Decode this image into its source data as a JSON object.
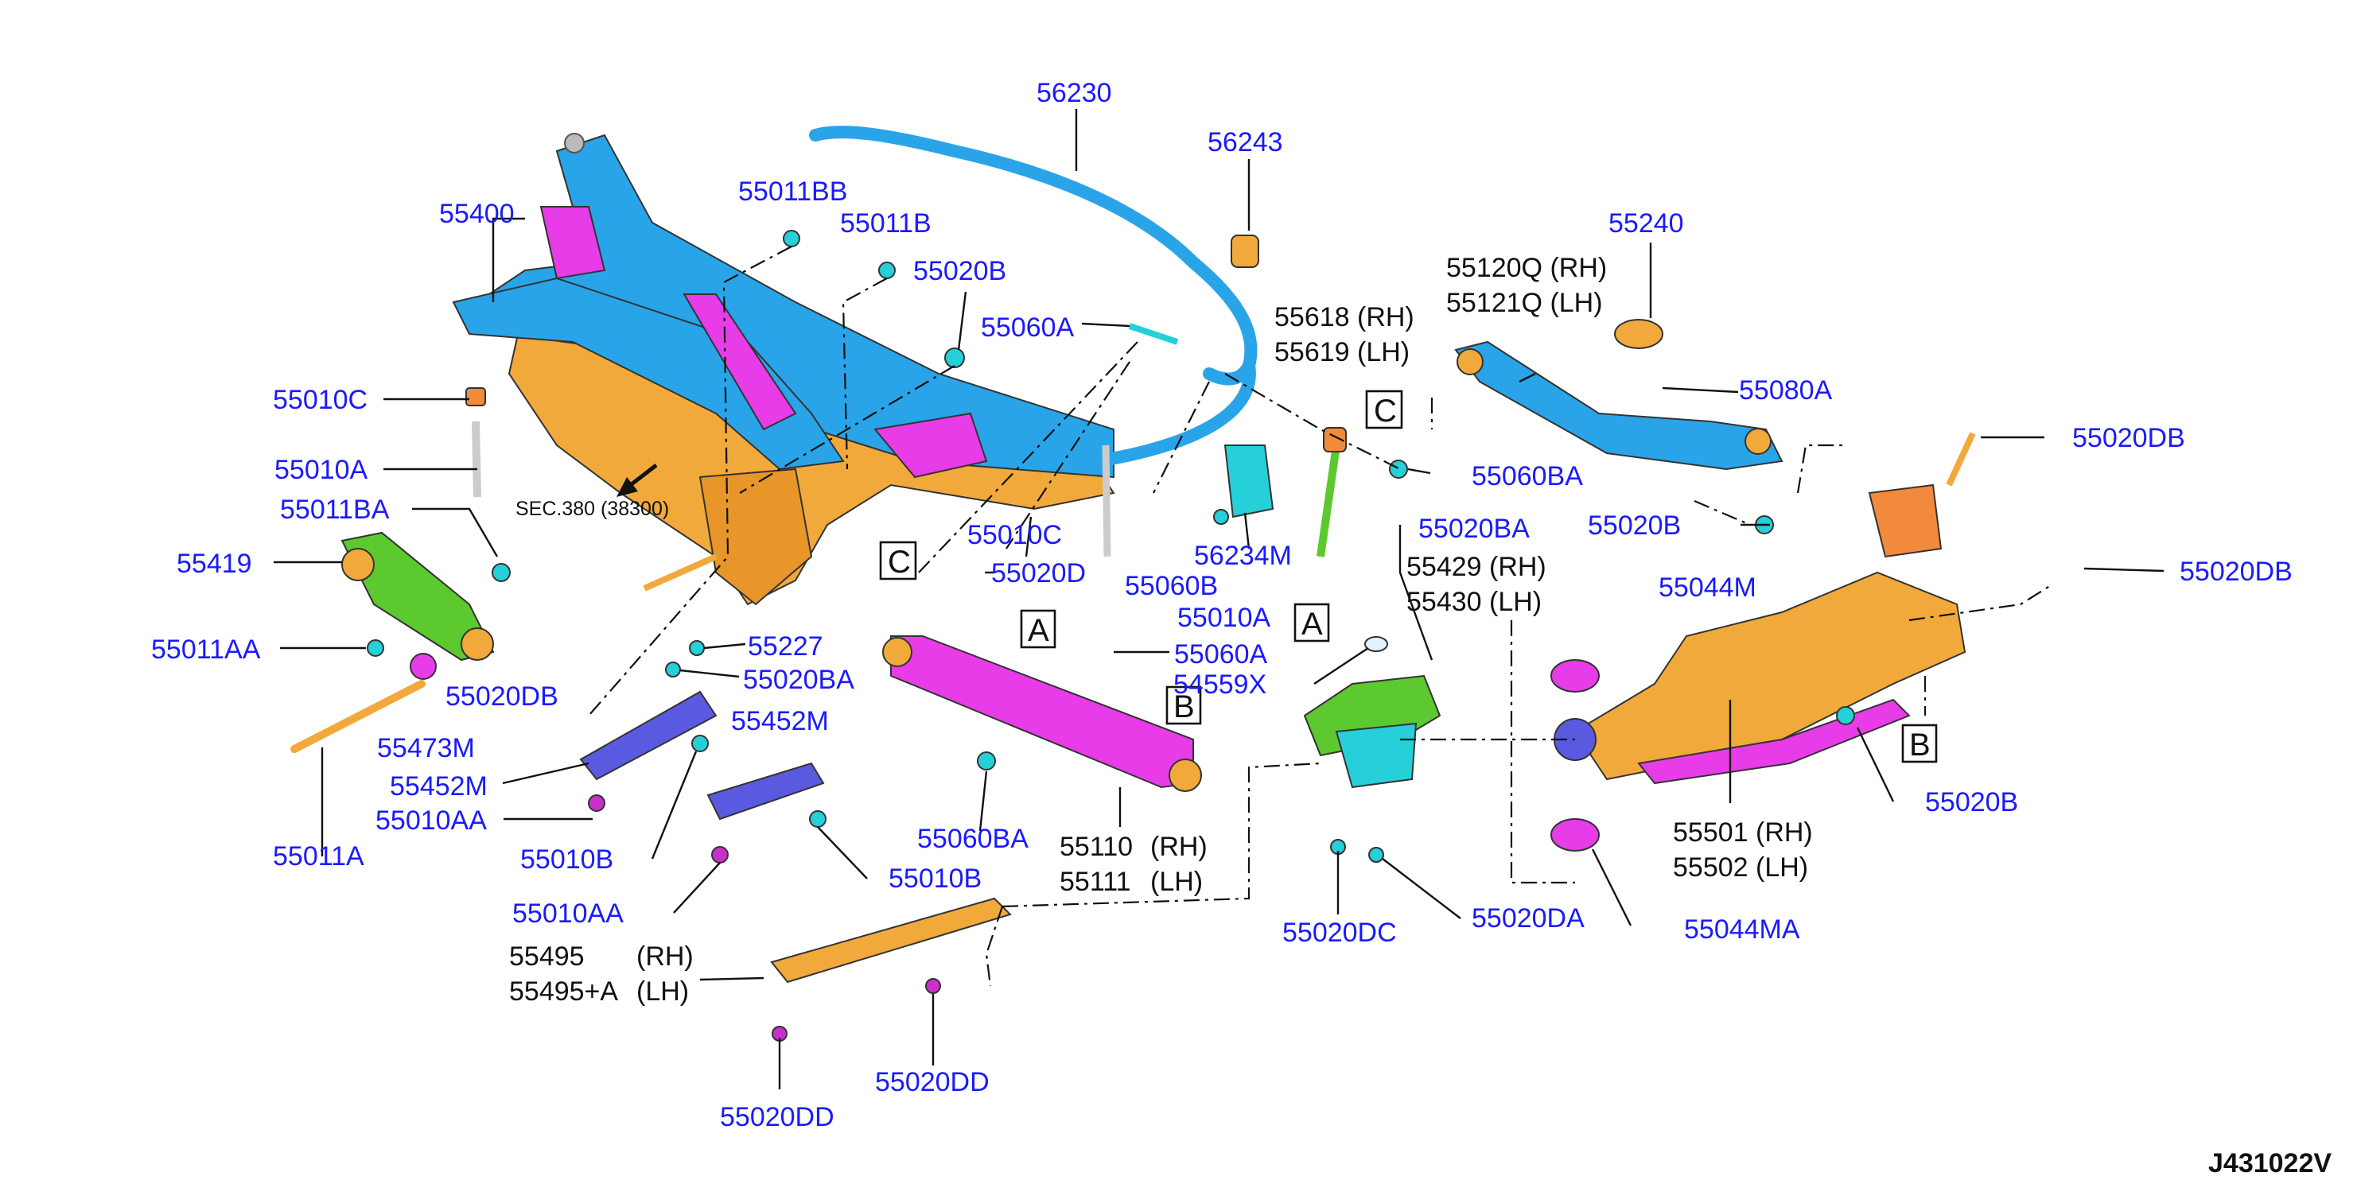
{
  "colors": {
    "label_part": "#1a1aff",
    "label_text": "#111111",
    "subframe": "#f2a93b",
    "blue_part": "#2aa4e8",
    "magenta_part": "#e83ce8",
    "green_part": "#5cc92e",
    "cyan_part": "#26d0d8",
    "purple_part": "#5a5ae0"
  },
  "callouts": {
    "p56230": "56230",
    "p56243": "56243",
    "p55400": "55400",
    "p55011BB": "55011BB",
    "p55011B": "55011B",
    "p55020B_top": "55020B",
    "p55060A_top": "55060A",
    "p55010C_left": "55010C",
    "p55010A_left": "55010A",
    "p55011BA": "55011BA",
    "p55419": "55419",
    "p55011AA": "55011AA",
    "p55020DB_left": "55020DB",
    "p55473M": "55473M",
    "p55011A": "55011A",
    "p55010C_mid": "55010C",
    "p55020D": "55020D",
    "p55060B": "55060B",
    "p55010A_mid": "55010A",
    "p55227": "55227",
    "p55020BA_mid": "55020BA",
    "p55452M_a": "55452M",
    "p55452M_b": "55452M",
    "p55010AA_a": "55010AA",
    "p55010B_a": "55010B",
    "p55010AA_b": "55010AA",
    "p55010B_b": "55010B",
    "p55060A_mid": "55060A",
    "p55060BA_mid": "55060BA",
    "p55110": "55110",
    "p55110_side": "(RH)",
    "p55111": "55111",
    "p55111_side": "(LH)",
    "p55495": "55495",
    "p55495_side": "(RH)",
    "p55495A": "55495+A",
    "p55495A_side": "(LH)",
    "p55020DD_a": "55020DD",
    "p55020DD_b": "55020DD",
    "p56234M": "56234M",
    "p55618": "55618 (RH)",
    "p55619": "55619 (LH)",
    "p55060BA_right": "55060BA",
    "p55120Q": "55120Q (RH)",
    "p55121Q": "55121Q (LH)",
    "p55240": "55240",
    "p55080A": "55080A",
    "p55020DB_r1": "55020DB",
    "p55020B_r1": "55020B",
    "p55020BA_right": "55020BA",
    "p55429": "55429 (RH)",
    "p55430": "55430 (LH)",
    "p55044M": "55044M",
    "p55020DB_r2": "55020DB",
    "p54559X": "54559X",
    "p55020B_r2": "55020B",
    "p55501": "55501 (RH)",
    "p55502": "55502 (LH)",
    "p55020DC": "55020DC",
    "p55020DA": "55020DA",
    "p55044MA": "55044MA"
  },
  "sec_reference": "SEC.380 (38300)",
  "ref_boxes": {
    "A": "A",
    "B": "B",
    "C": "C"
  },
  "diagram_code": "J431022V"
}
